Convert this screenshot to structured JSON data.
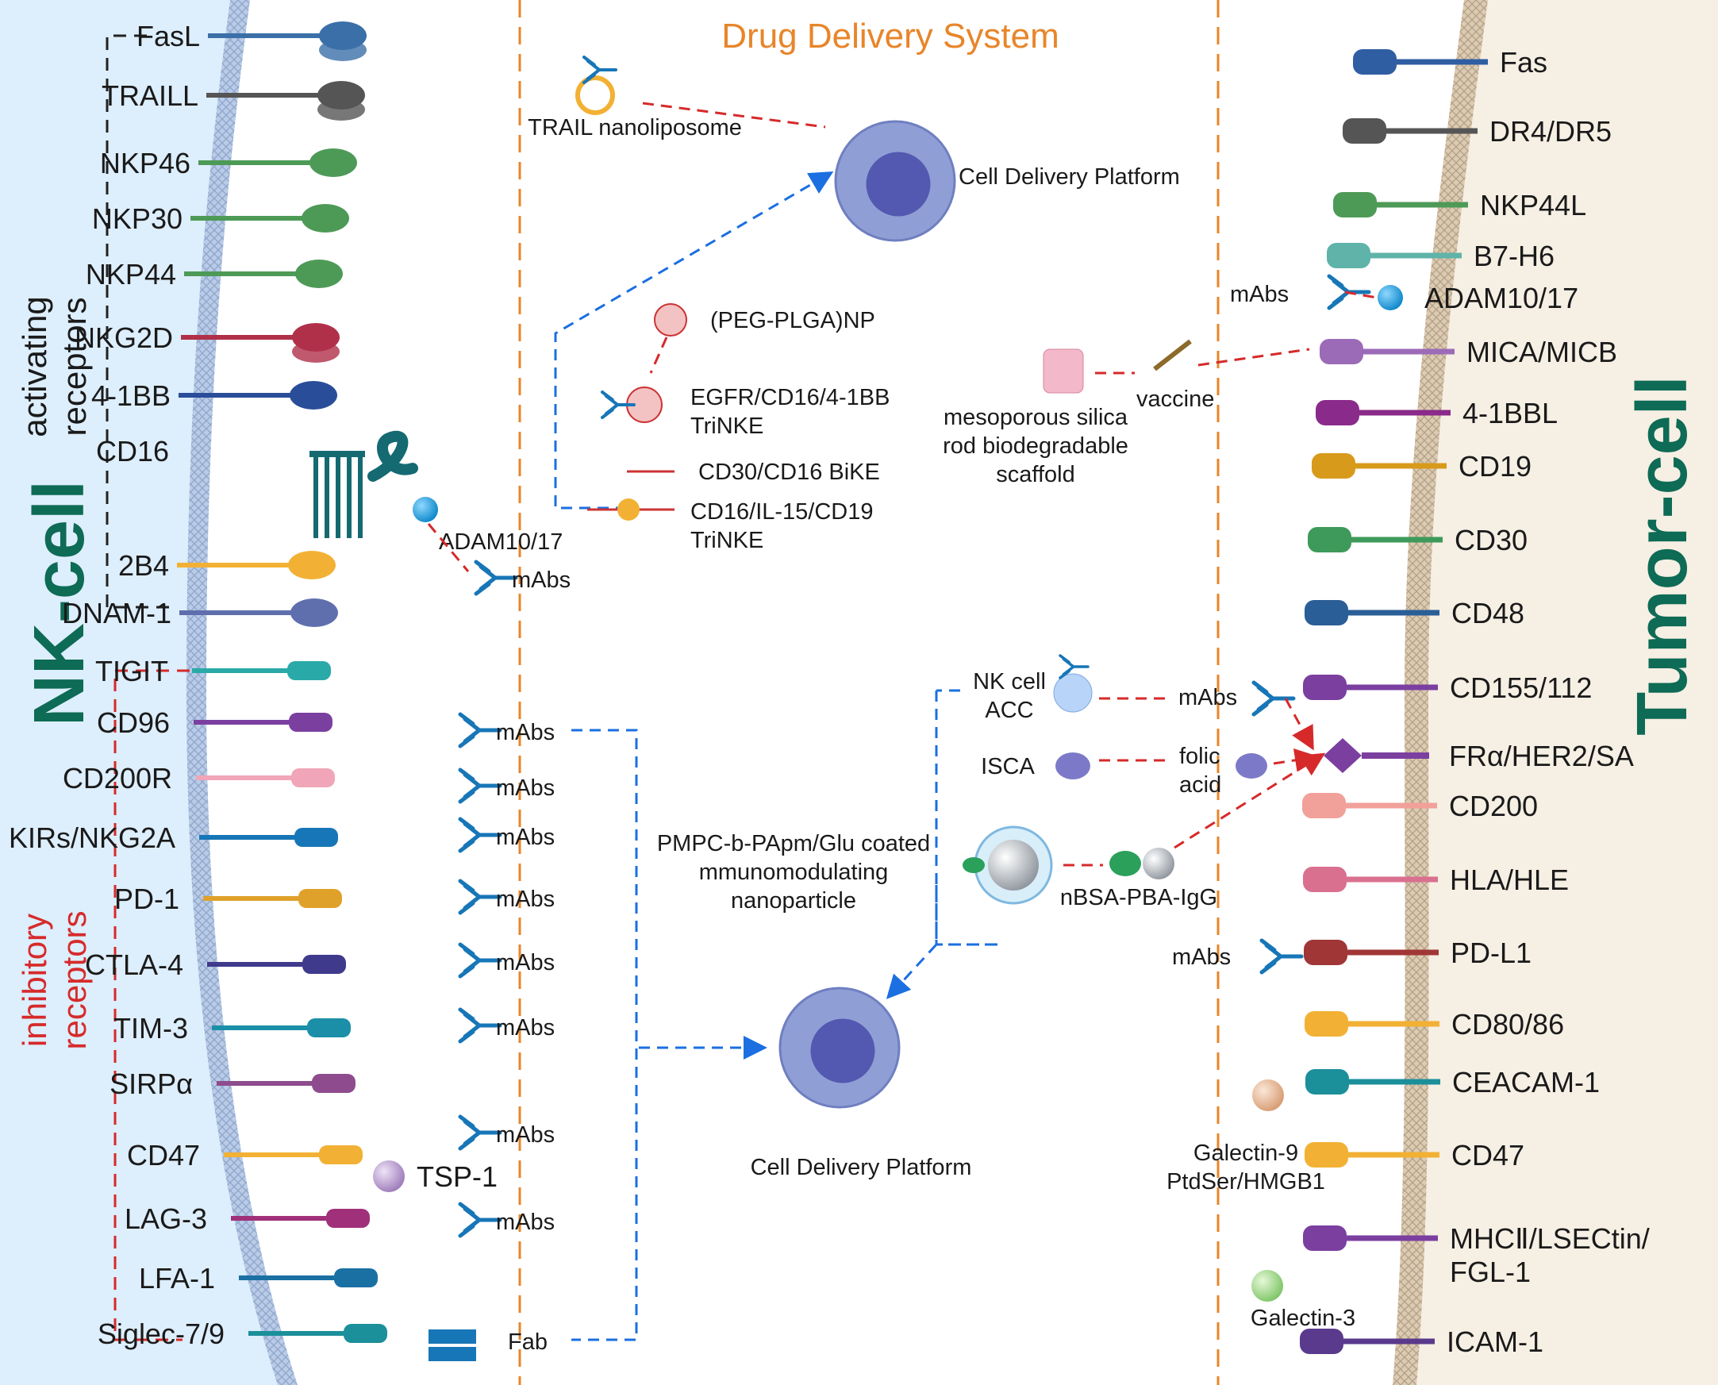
{
  "header": {
    "title": "Drug Delivery System"
  },
  "nk_side": {
    "title": "NK-cell",
    "activating_label": "activating\nreceptors",
    "inhibitory_label": "inhibitory\nreceptors",
    "activating": [
      "FasL",
      "TRAILL",
      "NKP46",
      "NKP30",
      "NKP44",
      "NKG2D",
      "4-1BB",
      "CD16",
      "2B4",
      "DNAM-1"
    ],
    "inhibitory": [
      "TIGIT",
      "CD96",
      "CD200R",
      "KIRs/NKG2A",
      "PD-1",
      "CTLA-4",
      "TIM-3",
      "SIRPα",
      "CD47",
      "LAG-3",
      "LFA-1",
      "Siglec-7/9"
    ],
    "adam": "ADAM10/17",
    "tsp": "TSP-1",
    "mabs": "mAbs",
    "fab": "Fab"
  },
  "tumor_side": {
    "title": "Tumor-cell",
    "ligands": [
      "Fas",
      "DR4/DR5",
      "NKP44L",
      "B7-H6",
      "ADAM10/17",
      "MICA/MICB",
      "4-1BBL",
      "CD19",
      "CD30",
      "CD48",
      "CD155/112",
      "FRα/HER2/SA",
      "CD200",
      "HLA/HLE",
      "PD-L1",
      "CD80/86",
      "CEACAM-1",
      "CD47",
      "MHCⅡ/LSECtin/\nFGL-1",
      "ICAM-1"
    ],
    "galectin9": "Galectin-9\nPtdSer/HMGB1",
    "galectin3": "Galectin-3"
  },
  "center": {
    "trail_nanoliposome": "TRAIL nanoliposome",
    "cell_platform_top": "Cell Delivery Platform",
    "cell_platform_bottom": "Cell Delivery Platform",
    "peg_plga": "(PEG-PLGA)NP",
    "egfr": "EGFR/CD16/4-1BB\nTriNKE",
    "cd30": "CD30/CD16 BiKE",
    "cd16il15": "CD16/IL-15/CD19\nTriNKE",
    "scaffold": "mesoporous silica\nrod biodegradable\nscaffold",
    "vaccine": "vaccine",
    "nk_acc": "NK cell\nACC",
    "isca": "ISCA",
    "mabs": "mAbs",
    "folic": "folic\nacid",
    "pmpc": "PMPC-b-PApm/Glu coated\nmmunomodulating\nnanoparticle",
    "nbsa": "nBSA-PBA-IgG"
  },
  "colors": {
    "nk_bg": "#ddeefc",
    "tumor_bg": "#f6efe4",
    "title_green": "#0e6b55",
    "orange": "#e8852a",
    "red_dash": "#d62a2a",
    "blue_dash": "#1b6fe0",
    "cell_outer": "#8f9fd6",
    "cell_inner": "#5359b0"
  }
}
